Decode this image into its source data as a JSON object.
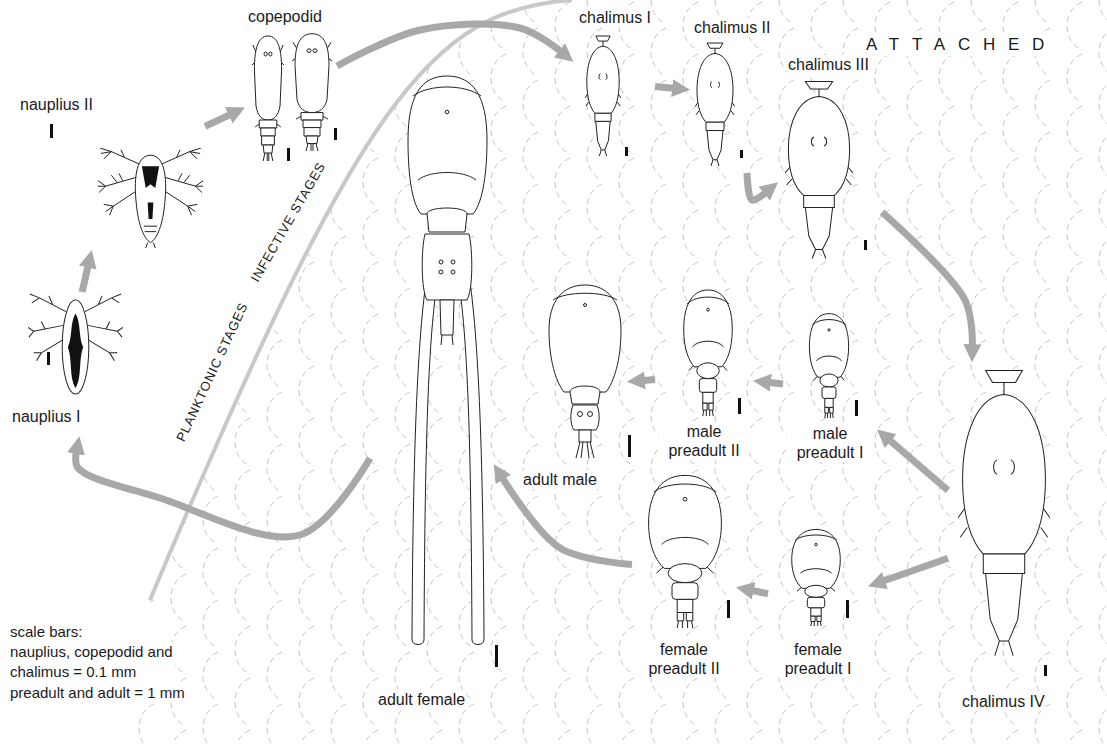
{
  "diagram": {
    "nodes": [
      {
        "text": [
          "nauplius I"
        ]
      },
      {
        "text": [
          "nauplius II"
        ]
      },
      {
        "text": [
          "copepodid"
        ]
      },
      {
        "text": [
          "chalimus I"
        ]
      },
      {
        "text": [
          "chalimus II"
        ]
      },
      {
        "text": [
          "chalimus III"
        ]
      },
      {
        "text": [
          "chalimus IV"
        ]
      },
      {
        "text": [
          "male preadult I"
        ]
      },
      {
        "text": [
          "male preadult II"
        ]
      },
      {
        "text": [
          "adult male"
        ]
      },
      {
        "text": [
          "female preadult I"
        ]
      },
      {
        "text": [
          "female preadult II"
        ]
      },
      {
        "text": [
          "adult female"
        ]
      }
    ],
    "edges": [
      {
        "from": 0,
        "to": 1,
        "arrow": "to"
      },
      {
        "from": 1,
        "to": 2,
        "arrow": "to"
      },
      {
        "from": 2,
        "to": 3,
        "arrow": "to"
      },
      {
        "from": 3,
        "to": 4,
        "arrow": "to"
      },
      {
        "from": 4,
        "to": 5,
        "arrow": "to"
      },
      {
        "from": 5,
        "to": 6,
        "arrow": "to"
      },
      {
        "from": 6,
        "to": 7,
        "arrow": "to"
      },
      {
        "from": 7,
        "to": 8,
        "arrow": "to"
      },
      {
        "from": 8,
        "to": 9,
        "arrow": "to"
      },
      {
        "from": 6,
        "to": 10,
        "arrow": "to"
      },
      {
        "from": 10,
        "to": 11,
        "arrow": "to"
      },
      {
        "from": 11,
        "to": 12,
        "arrow": "to"
      },
      {
        "from": 12,
        "to": 0,
        "arrow": "to"
      }
    ],
    "labels": [
      "ATTACHED",
      "PLANKTONIC STAGES",
      "INFECTIVE STAGES",
      "scale bars:",
      "nauplius, copepodid and chalimus = 0.1 mm",
      "preadult and adult = 1 mm"
    ]
  }
}
